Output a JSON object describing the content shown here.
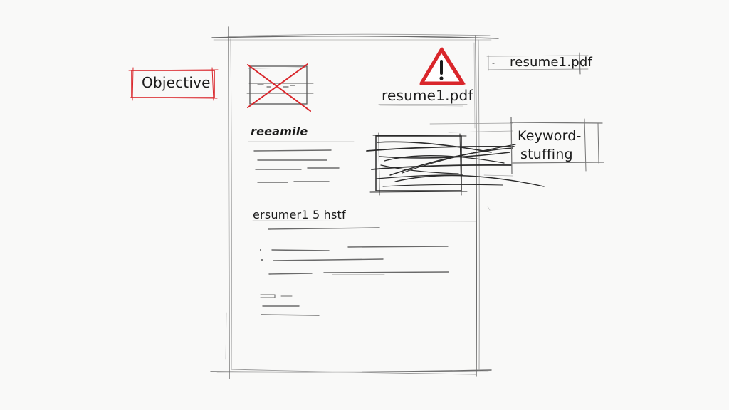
{
  "diagram": {
    "title": "Resume red-flags sketch",
    "colors": {
      "paper": "#f9f9f8",
      "ink": "#1b1b1b",
      "pencil": "#6e6e6e",
      "accent_red": "#d9262b"
    },
    "callouts": {
      "objective": {
        "label": "Objective",
        "style": "red-box"
      },
      "crossed_out_image": {
        "icon": "crossed-out-photo-icon",
        "style": "red-x"
      },
      "warning": {
        "icon": "warning-triangle-icon",
        "filename": "resume1.pdf"
      },
      "corner_filename": {
        "filename": "resume1.pdf"
      },
      "keyword_stuffing": {
        "line1": "Keyword-",
        "line2": "stuffing",
        "icon": "scribbled-text-block-icon"
      }
    },
    "document": {
      "sections": [
        {
          "heading": "reeamile",
          "line_count": 4
        },
        {
          "heading": "ersumer1 5 hstf",
          "line_count": 7
        }
      ]
    }
  }
}
